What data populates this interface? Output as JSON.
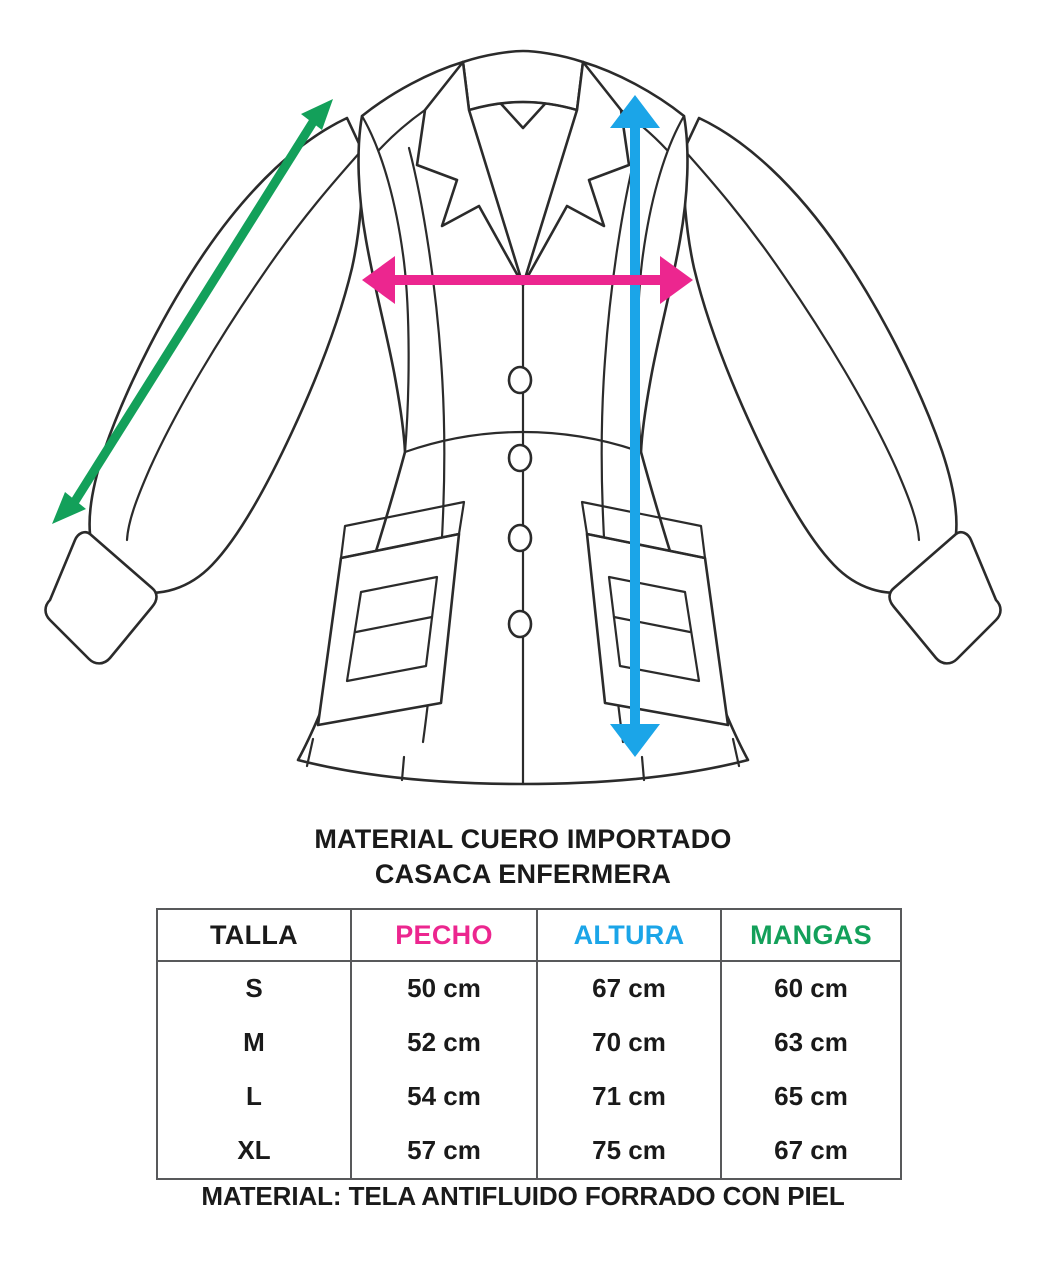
{
  "colors": {
    "chest_accent": "#ec268f",
    "height_accent": "#1ba5e8",
    "sleeve_accent": "#13a05a",
    "text": "#1a1a1a",
    "line": "#2b2b2b",
    "table_border": "#58595b",
    "background": "#ffffff"
  },
  "illustration": {
    "title": "nurse-jacket-technical-flat-sketch",
    "arrows": [
      {
        "name": "chest-measure-arrow",
        "label": "PECHO",
        "color": "#ec268f",
        "orientation": "horizontal",
        "double_headed": true
      },
      {
        "name": "height-measure-arrow",
        "label": "ALTURA",
        "color": "#1ba5e8",
        "orientation": "vertical",
        "double_headed": true
      },
      {
        "name": "sleeve-measure-arrow",
        "label": "MANGAS",
        "color": "#13a05a",
        "orientation": "diagonal",
        "double_headed": true
      }
    ],
    "garment_parts": [
      "collar",
      "notched-lapel-left",
      "notched-lapel-right",
      "princess-seam-left",
      "princess-seam-right",
      "waist-seam",
      "button-1",
      "button-2",
      "button-3",
      "button-4",
      "patch-pocket-left",
      "patch-pocket-right",
      "sleeve-left",
      "sleeve-right",
      "cuff-left",
      "cuff-right",
      "peplum-hem"
    ]
  },
  "heading": {
    "line1": "MATERIAL CUERO IMPORTADO",
    "line2": "CASACA ENFERMERA"
  },
  "table": {
    "headers": [
      {
        "label": "TALLA",
        "color": "#1a1a1a"
      },
      {
        "label": "PECHO",
        "color": "#ec268f"
      },
      {
        "label": "ALTURA",
        "color": "#1ba5e8"
      },
      {
        "label": "MANGAS",
        "color": "#13a05a"
      }
    ],
    "rows": [
      {
        "talla": "S",
        "pecho": "50 cm",
        "altura": "67 cm",
        "mangas": "60 cm"
      },
      {
        "talla": "M",
        "pecho": "52 cm",
        "altura": "70 cm",
        "mangas": "63 cm"
      },
      {
        "talla": "L",
        "pecho": "54 cm",
        "altura": "71 cm",
        "mangas": "65 cm"
      },
      {
        "talla": "XL",
        "pecho": "57 cm",
        "altura": "75 cm",
        "mangas": "67 cm"
      }
    ]
  },
  "footer": {
    "note": "MATERIAL: TELA ANTIFLUIDO FORRADO CON PIEL"
  }
}
